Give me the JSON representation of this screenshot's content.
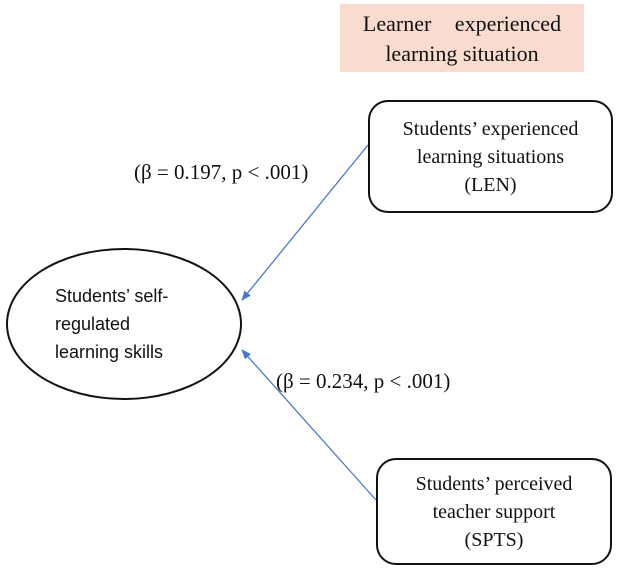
{
  "header": {
    "line1": "Learner experienced",
    "line2": "learning situation"
  },
  "nodes": {
    "len": {
      "lines": [
        "Students’ experienced",
        "learning situations",
        "(LEN)"
      ]
    },
    "spts": {
      "lines": [
        "Students’ perceived",
        "teacher support",
        "(SPTS)"
      ]
    },
    "srl": {
      "lines": [
        "Students’ self-",
        "regulated",
        "learning skills"
      ]
    }
  },
  "paths": {
    "len_to_srl": "(β = 0.197, p < .001)",
    "spts_to_srl": "(β = 0.234, p < .001)"
  },
  "colors": {
    "arrow": "#4a78c8",
    "header_bg": "#f9dccf"
  }
}
